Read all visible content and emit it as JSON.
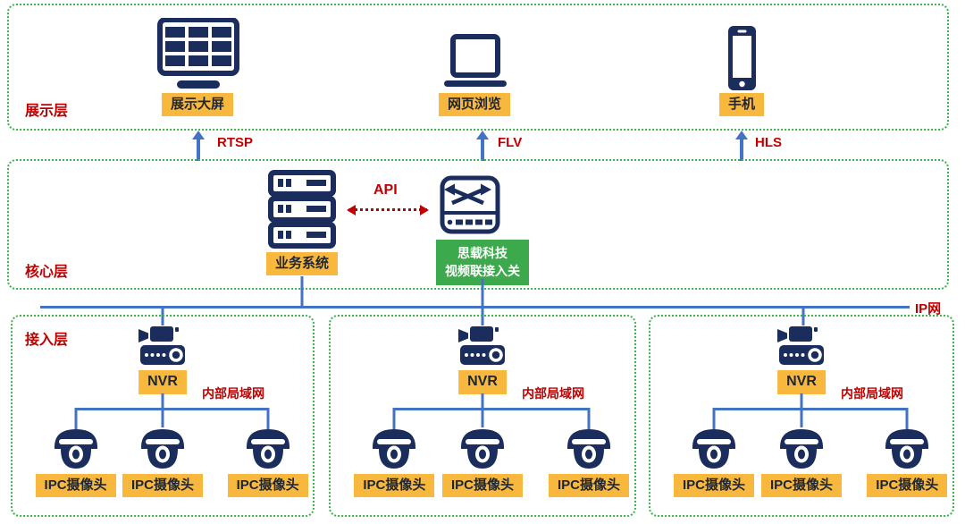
{
  "colors": {
    "navy": "#1b2d5c",
    "blue": "#4472c4",
    "red": "#c00000",
    "yellow": "#f8b83d",
    "green": "#3ba94c",
    "green-border": "#3cb54a",
    "label-text": "#1e2533",
    "bg": "#ffffff"
  },
  "display_layer": {
    "label": "展示层",
    "items": [
      {
        "name": "展示大屏",
        "icon": "monitor-icon"
      },
      {
        "name": "网页浏览",
        "icon": "laptop-icon"
      },
      {
        "name": "手机",
        "icon": "smartphone-icon"
      }
    ]
  },
  "protocols": [
    {
      "label": "RTSP"
    },
    {
      "label": "FLV"
    },
    {
      "label": "HLS"
    }
  ],
  "core_layer": {
    "label": "核心层",
    "server_label": "业务系统",
    "api_label": "API",
    "gateway_line1": "思载科技",
    "gateway_line2": "视频联接入关"
  },
  "network": {
    "label": "IP网"
  },
  "access_layer": {
    "label": "接入层",
    "groups": [
      {
        "nvr_label": "NVR",
        "lan_label": "内部局域网",
        "cameras": [
          "IPC摄像头",
          "IPC摄像头",
          "IPC摄像头"
        ]
      },
      {
        "nvr_label": "NVR",
        "lan_label": "内部局域网",
        "cameras": [
          "IPC摄像头",
          "IPC摄像头",
          "IPC摄像头"
        ]
      },
      {
        "nvr_label": "NVR",
        "lan_label": "内部局域网",
        "cameras": [
          "IPC摄像头",
          "IPC摄像头",
          "IPC摄像头"
        ]
      }
    ]
  }
}
